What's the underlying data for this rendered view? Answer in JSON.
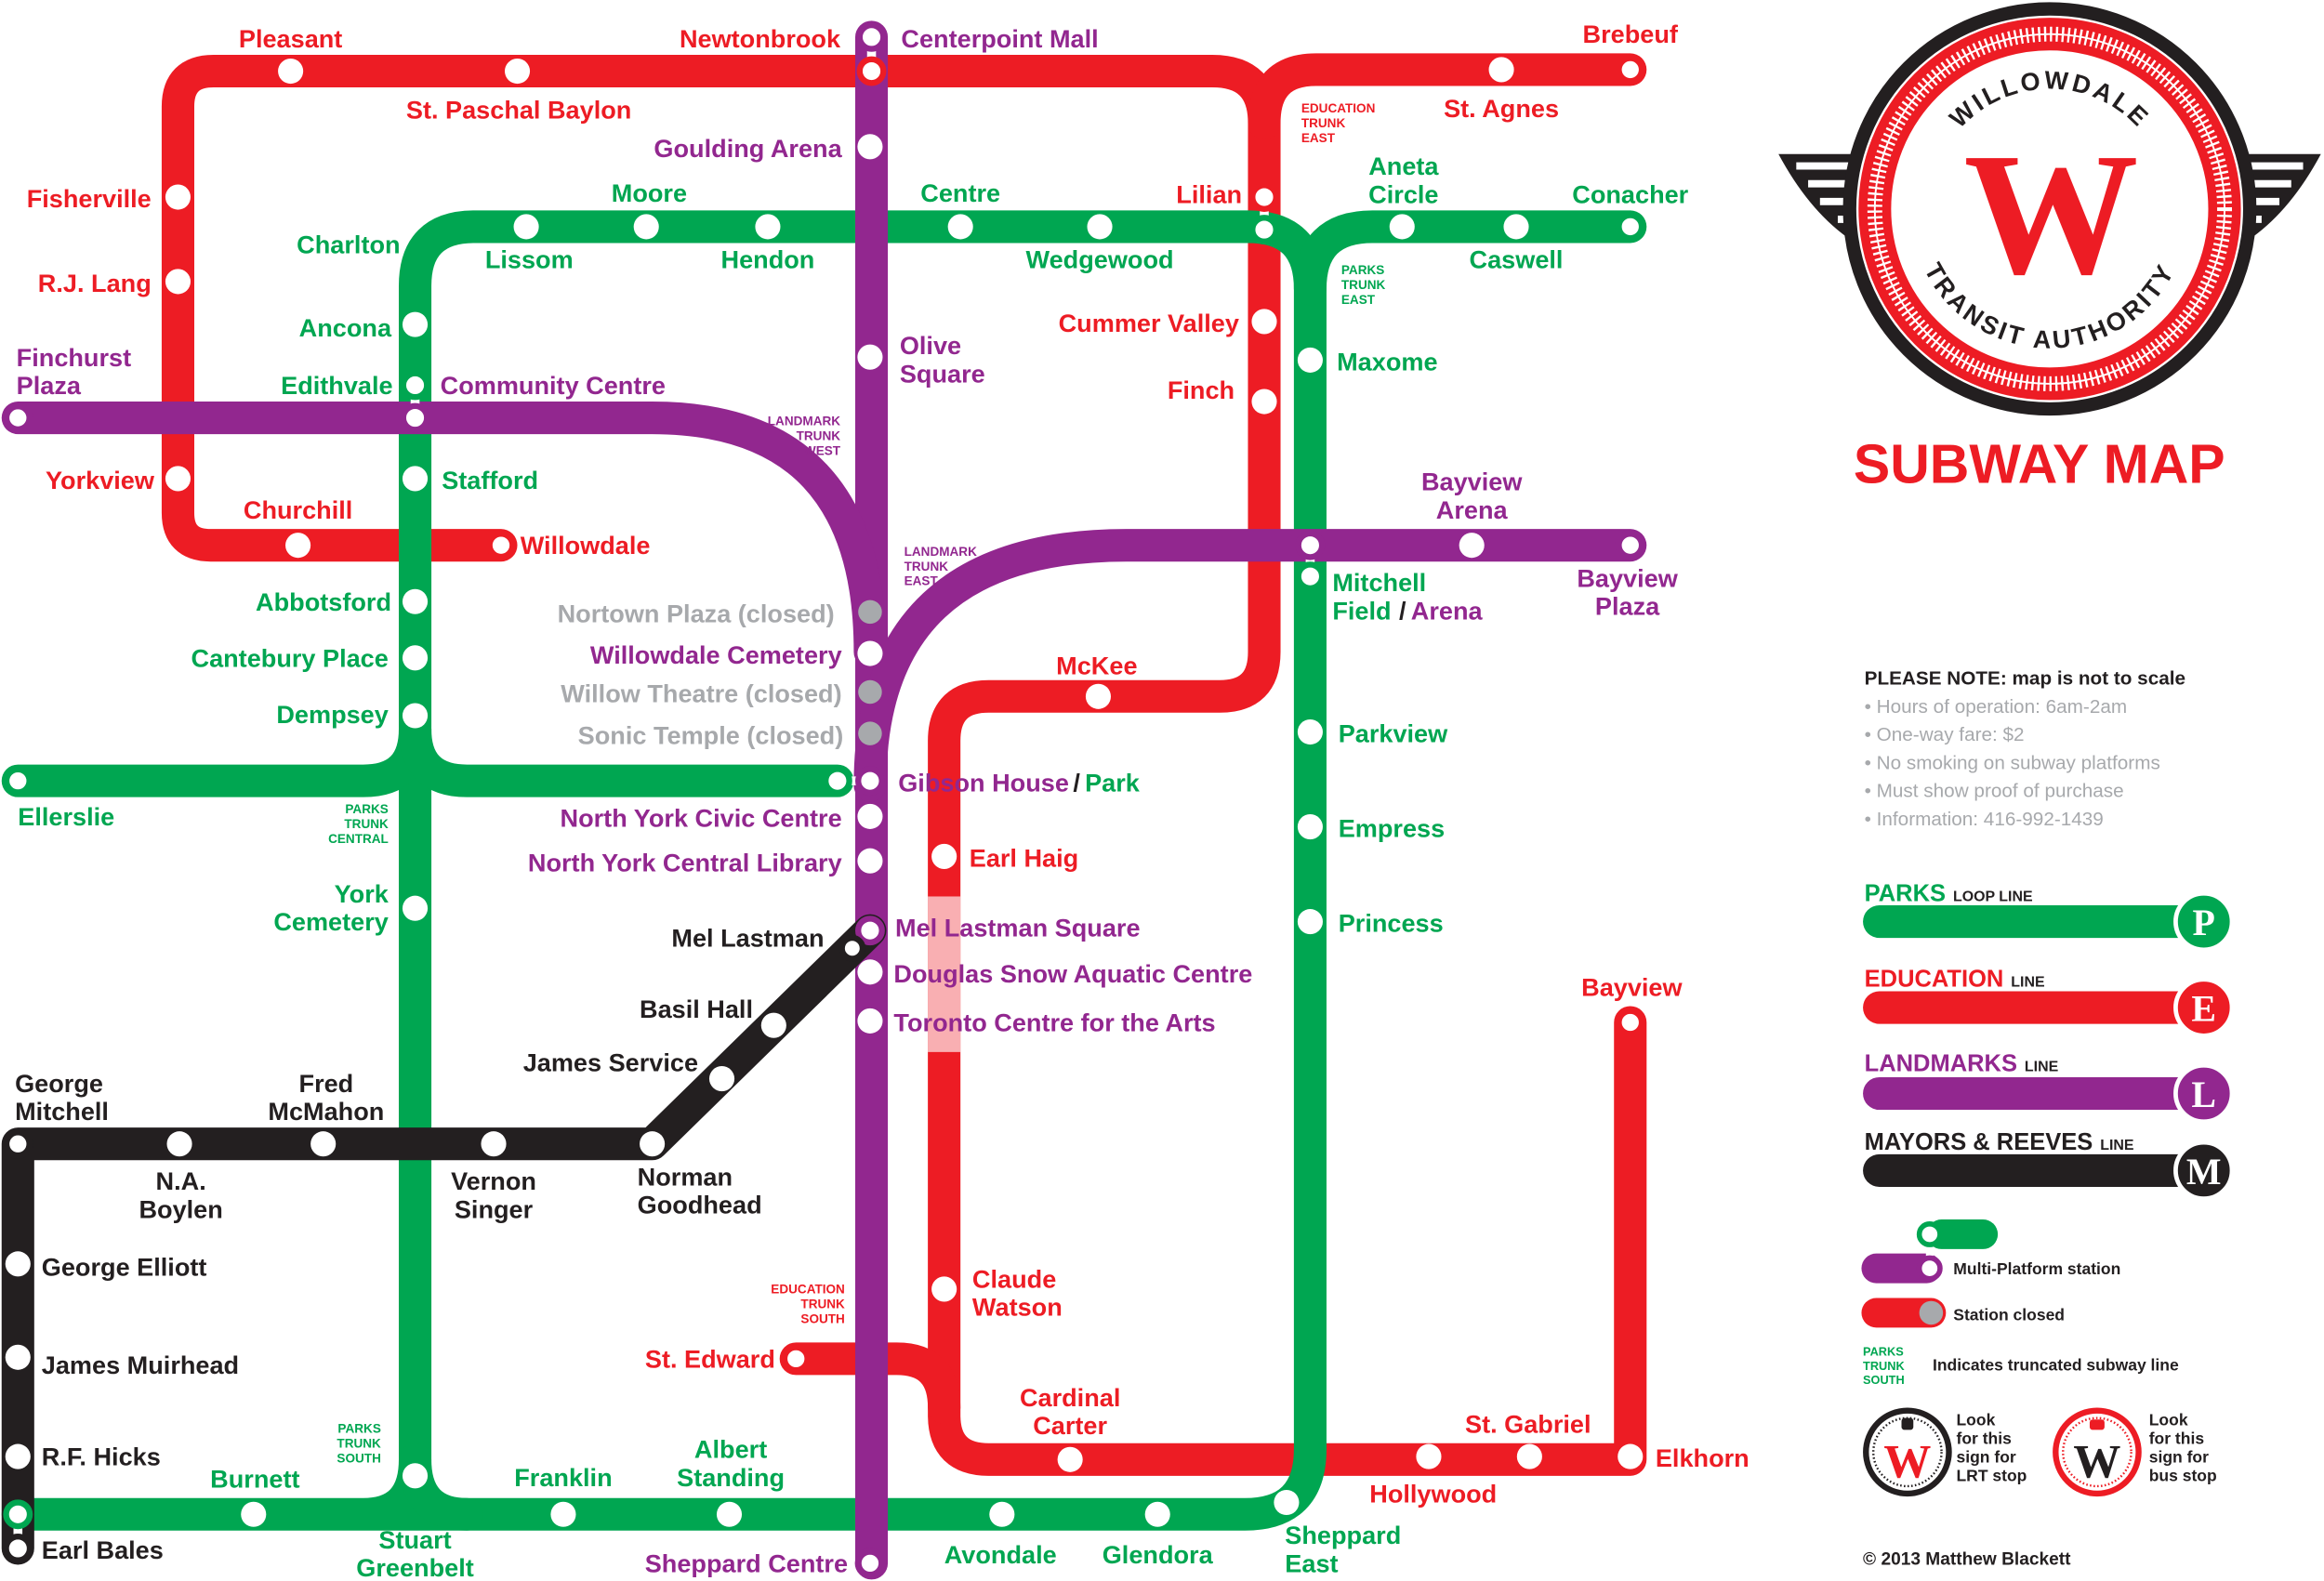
{
  "title": "SUBWAY MAP",
  "logo": {
    "top_text": "WILLOWDALE",
    "bottom_text": "TRANSIT AUTHORITY",
    "letter": "W"
  },
  "separator": "/",
  "lines": {
    "education": {
      "name": "EDUCATION",
      "suffix": "LINE",
      "letter": "E",
      "color": "#ed1c24",
      "stations": [
        "Pleasant",
        "St. Paschal Baylon",
        "Newtonbrook",
        "St. Agnes",
        "Brebeuf",
        "Fisherville",
        "R.J. Lang",
        "Yorkview",
        "Churchill",
        "Willowdale",
        "Lilian",
        "Cummer Valley",
        "Finch",
        "McKee",
        "Earl Haig",
        [
          "Claude",
          "Watson"
        ],
        "St. Edward",
        [
          "Cardinal",
          "Carter"
        ],
        "Hollywood",
        "St. Gabriel",
        "Elkhorn",
        "Bayview"
      ],
      "trunks": [
        [
          "EDUCATION",
          "TRUNK",
          "EAST"
        ],
        [
          "EDUCATION",
          "TRUNK",
          "SOUTH"
        ]
      ]
    },
    "parks": {
      "name": "PARKS",
      "suffix": "LOOP LINE",
      "letter": "P",
      "color": "#00a651",
      "stations": [
        "Charlton",
        "Lissom",
        "Moore",
        "Hendon",
        "Centre",
        "Wedgewood",
        [
          "Aneta",
          "Circle"
        ],
        "Caswell",
        "Conacher",
        "Ancona",
        "Edithvale",
        "Stafford",
        "Abbotsford",
        "Cantebury Place",
        "Dempsey",
        "Ellerslie",
        "Park",
        [
          "York",
          "Cemetery"
        ],
        "Maxome",
        [
          "Mitchell",
          "Field"
        ],
        "Parkview",
        "Empress",
        "Princess",
        [
          "Sheppard",
          "East"
        ],
        "Glendora",
        "Avondale",
        [
          "Albert",
          "Standing"
        ],
        "Franklin",
        [
          "Stuart",
          "Greenbelt"
        ],
        "Burnett"
      ],
      "trunks": [
        [
          "PARKS",
          "TRUNK",
          "EAST"
        ],
        [
          "PARKS",
          "TRUNK",
          "CENTRAL"
        ],
        [
          "PARKS",
          "TRUNK",
          "SOUTH"
        ]
      ]
    },
    "landmarks": {
      "name": "LANDMARKS",
      "suffix": "LINE",
      "letter": "L",
      "color": "#92278f",
      "stations": [
        "Centerpoint Mall",
        "Goulding Arena",
        [
          "Olive",
          "Square"
        ],
        [
          "Finchurst",
          "Plaza"
        ],
        "Community Centre",
        "Nortown Plaza (closed)",
        "Willowdale Cemetery",
        "Willow Theatre (closed)",
        "Sonic Temple (closed)",
        "Gibson House",
        "North York Civic Centre",
        "North York Central Library",
        "Mel Lastman Square",
        "Douglas Snow Aquatic Centre",
        "Toronto Centre for the Arts",
        "Sheppard Centre",
        [
          "Bayview",
          "Arena"
        ],
        "Arena",
        [
          "Bayview",
          "Plaza"
        ]
      ],
      "trunks": [
        [
          "LANDMARK",
          "TRUNK",
          "WEST"
        ],
        [
          "LANDMARK",
          "TRUNK",
          "EAST"
        ]
      ]
    },
    "mayors": {
      "name": "MAYORS & REEVES",
      "suffix": "LINE",
      "letter": "M",
      "color": "#231f20",
      "stations": [
        [
          "George",
          "Mitchell"
        ],
        [
          "N.A.",
          "Boylen"
        ],
        [
          "Fred",
          "McMahon"
        ],
        [
          "Vernon",
          "Singer"
        ],
        [
          "Norman",
          "Goodhead"
        ],
        "James Service",
        "Basil Hall",
        "Mel Lastman",
        "George Elliott",
        "James Muirhead",
        "R.F. Hicks",
        "Earl Bales"
      ]
    }
  },
  "closed_color": "#a7a9ac",
  "notes": {
    "heading": "PLEASE NOTE: map is not to scale",
    "items": [
      "• Hours of operation: 6am-2am",
      "• One-way fare: $2",
      "• No smoking on subway platforms",
      "• Must show proof of purchase",
      "• Information: 416-992-1439"
    ]
  },
  "legend": {
    "multi_platform": "Multi-Platform station",
    "closed": "Station closed",
    "trunk_example": [
      "PARKS",
      "TRUNK",
      "SOUTH"
    ],
    "trunk_desc": "Indicates truncated subway line",
    "lrt_sign": [
      "Look",
      "for this",
      "sign for",
      "LRT stop"
    ],
    "bus_sign": [
      "Look",
      "for this",
      "sign for",
      "bus stop"
    ]
  },
  "copyright": "© 2013 Matthew Blackett"
}
